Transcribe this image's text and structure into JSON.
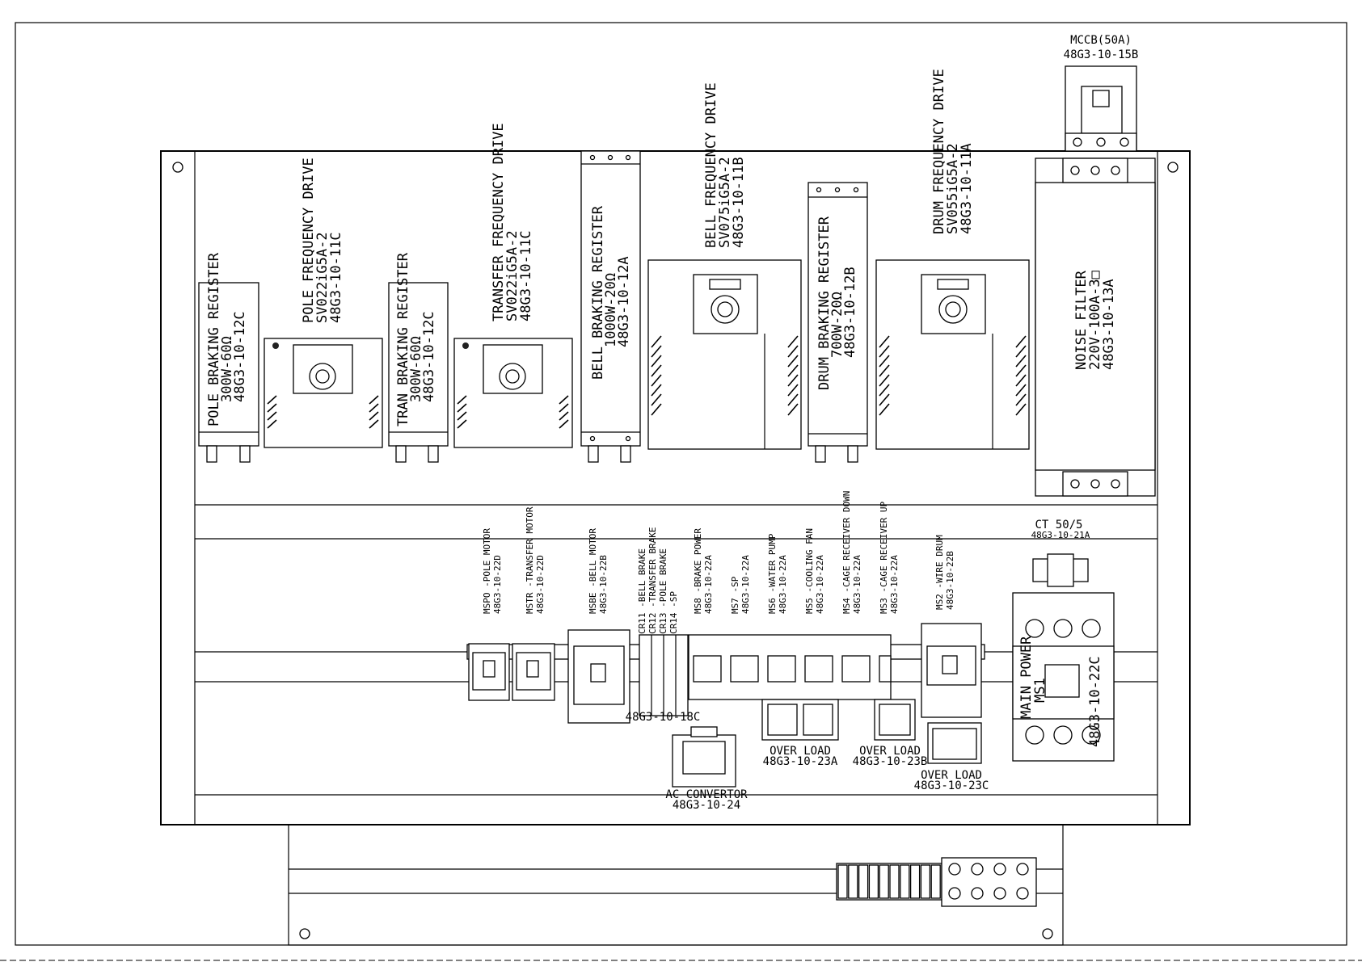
{
  "mccb": {
    "name": "MCCB(50A)",
    "code": "48G3-10-15B"
  },
  "pole_reg": {
    "l1": "POLE BRAKING REGISTER",
    "l2": "300W-60Ω",
    "l3": "48G3-10-12C"
  },
  "pole_drive": {
    "l1": "POLE FREQUENCY DRIVE",
    "l2": "SV022iG5A-2",
    "l3": "48G3-10-11C"
  },
  "tran_reg": {
    "l1": "TRAN BRAKING REGISTER",
    "l2": "300W-60Ω",
    "l3": "48G3-10-12C"
  },
  "transfer_drive": {
    "l1": "TRANSFER FREQUENCY DRIVE",
    "l2": "SV022iG5A-2",
    "l3": "48G3-10-11C"
  },
  "bell_reg": {
    "l1": "BELL BRAKING REGISTER",
    "l2": "1000W-20Ω",
    "l3": "48G3-10-12A"
  },
  "bell_drive": {
    "l1": "BELL FREQUENCY DRIVE",
    "l2": "SV075iG5A-2",
    "l3": "48G3-10-11B"
  },
  "drum_reg": {
    "l1": "DRUM BRAKING REGISTER",
    "l2": "700W-20Ω",
    "l3": "48G3-10-12B"
  },
  "drum_drive": {
    "l1": "DRUM FREQUENCY DRIVE",
    "l2": "SV055iG5A-2",
    "l3": "48G3-10-11A"
  },
  "noise_filter": {
    "l1": "NOISE FILTER",
    "l2": "220V-100A-3□",
    "l3": "48G3-10-13A"
  },
  "ct": {
    "name": "CT 50/5",
    "code": "48G3-10-21A"
  },
  "contactors": [
    {
      "l1": "MSPO -POLE MOTOR",
      "l2": "48G3-10-22D"
    },
    {
      "l1": "MSTR -TRANSFER MOTOR",
      "l2": "48G3-10-22D"
    },
    {
      "l1": "MSBE -BELL MOTOR",
      "l2": "48G3-10-22B"
    },
    {
      "l1": "MS8 -BRAKE POWER",
      "l2": "48G3-10-22A"
    },
    {
      "l1": "MS7 -SP",
      "l2": "48G3-10-22A"
    },
    {
      "l1": "MS6 -WATER PUMP",
      "l2": "48G3-10-22A"
    },
    {
      "l1": "MS5 -COOLING FAN",
      "l2": "48G3-10-22A"
    },
    {
      "l1": "MS4 -CAGE RECEIVER DOWN",
      "l2": "48G3-10-22A"
    },
    {
      "l1": "MS3 -CAGE RECEIVER UP",
      "l2": "48G3-10-22A"
    },
    {
      "l1": "MS2 -WIRE DRUM",
      "l2": "48G3-10-22B"
    }
  ],
  "relays": {
    "l1": "CR11 -BELL BRAKE",
    "l2": "CR12 -TRANSFER BRAKE",
    "l3": "CR13 -POLE BRAKE",
    "l4": "CR14 -SP",
    "code": "48G3-10-18C"
  },
  "ac_convertor": {
    "name": "AC CONVERTOR",
    "code": "48G3-10-24"
  },
  "overload_a": {
    "name": "OVER LOAD",
    "code": "48G3-10-23A"
  },
  "overload_b": {
    "name": "OVER LOAD",
    "code": "48G3-10-23B"
  },
  "overload_c": {
    "name": "OVER LOAD",
    "code": "48G3-10-23C"
  },
  "main_power": {
    "l1": "MAIN POWER",
    "l2": "MS1",
    "code": "48G3-10-22C"
  }
}
